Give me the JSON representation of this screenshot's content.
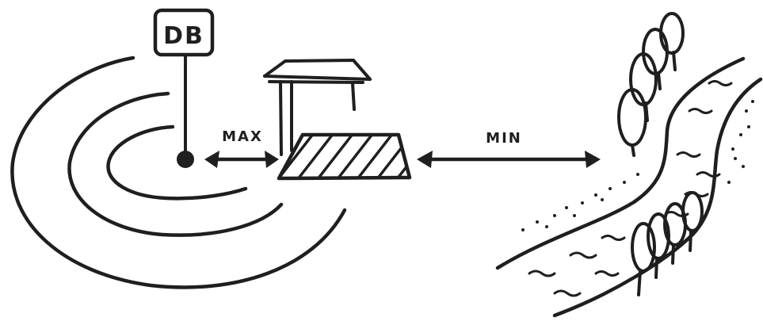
{
  "labels": {
    "db": "DB",
    "max": "MAX",
    "min": "MIN"
  },
  "colors": {
    "ink": "#1f1f1f",
    "paper": "#ffffff"
  },
  "icons": [
    "db-sign-icon",
    "pavilion-icon",
    "tree-icon",
    "river-icon",
    "double-arrow-icon"
  ]
}
